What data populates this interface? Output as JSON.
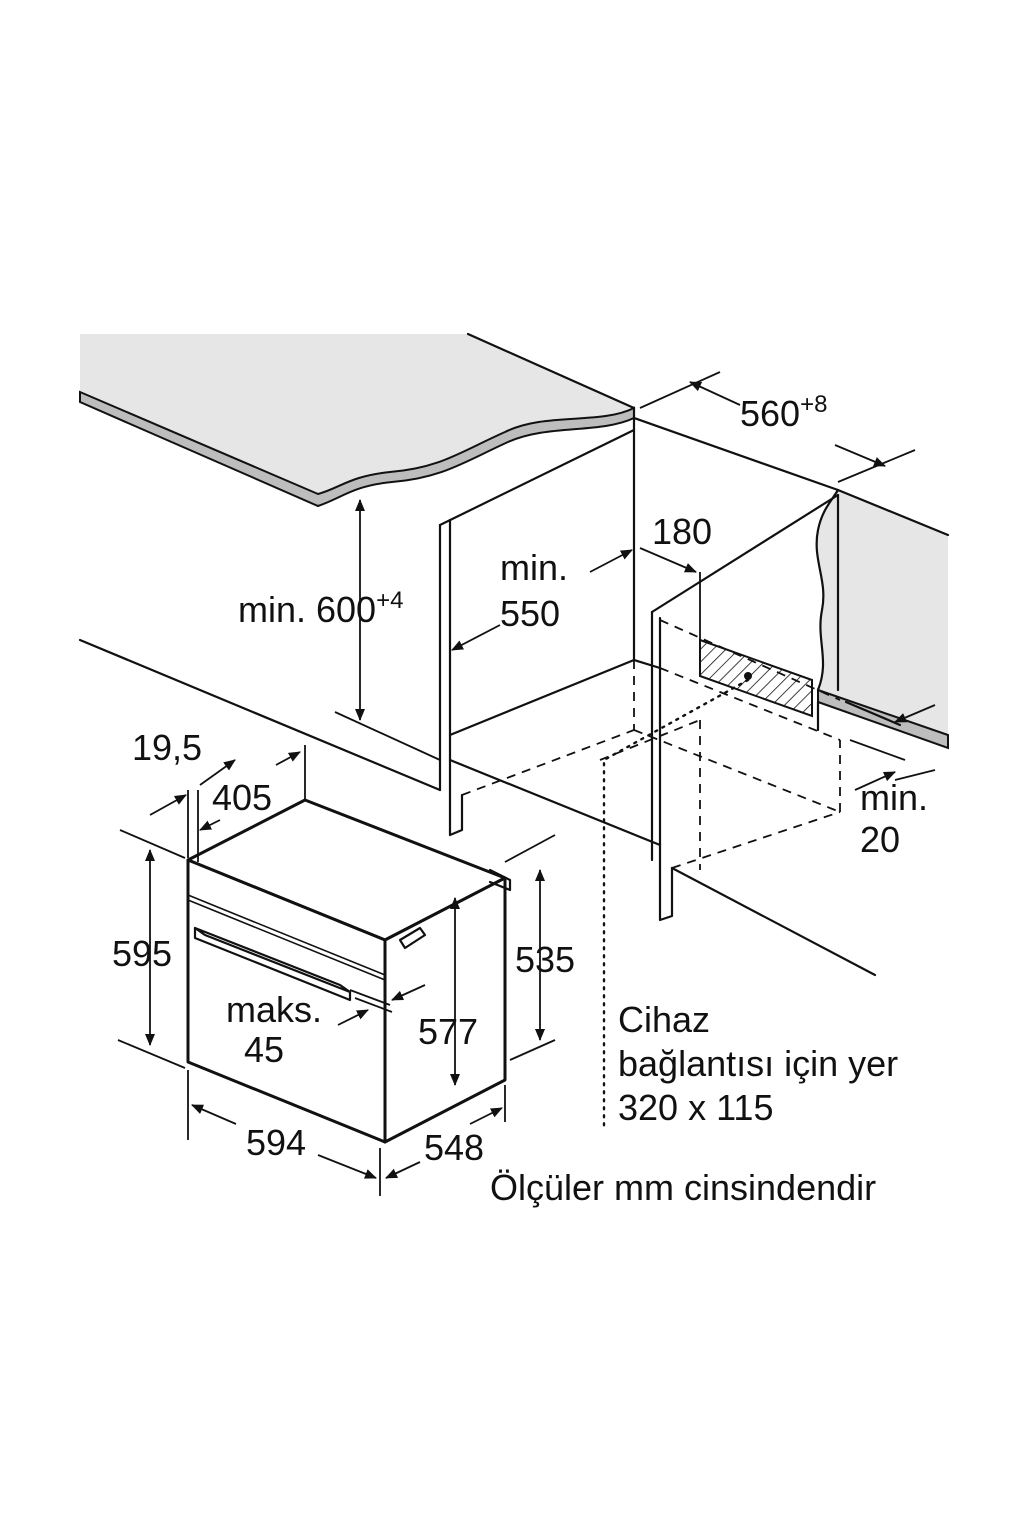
{
  "labels": {
    "niche_width": "560",
    "niche_width_tol": "+8",
    "niche_height_prefix": "min. 600",
    "niche_height_tol": "+4",
    "niche_depth_line1": "min.",
    "niche_depth_line2": "550",
    "vent_depth": "180",
    "side_gap_line1": "min.",
    "side_gap_line2": "20",
    "front_offset": "19,5",
    "handle_depth": "405",
    "oven_height": "595",
    "oven_body_height": "577",
    "oven_body_height_rear": "535",
    "door_projection_line1": "maks.",
    "door_projection_line2": "45",
    "oven_width": "594",
    "oven_depth": "548",
    "connection_line1": "Cihaz",
    "connection_line2": "bağlantısı için yer",
    "connection_line3": "320 x 115",
    "units_note": "Ölçüler mm cinsindendir"
  },
  "colors": {
    "line": "#111111",
    "worktop_fill": "#e6e6e6",
    "background": "#ffffff"
  }
}
